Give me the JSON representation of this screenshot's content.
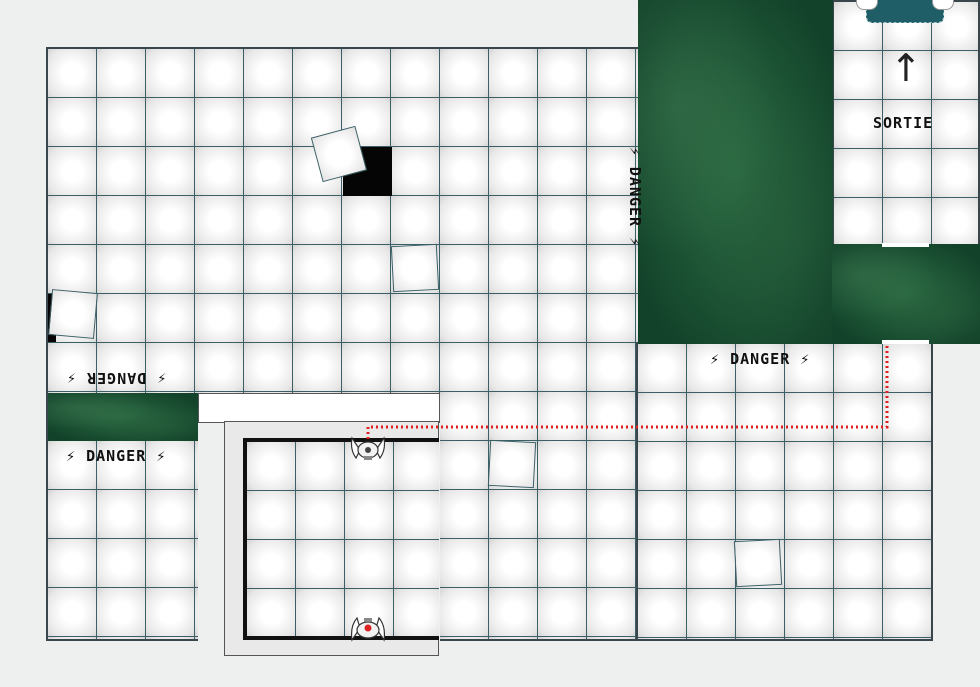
{
  "board": {
    "warning_label": "DANGER",
    "warning_glyph": "⚡",
    "exit": {
      "label": "SORTIE",
      "arrow": "↑"
    }
  },
  "colors": {
    "pit": "#1d5433",
    "grid_line": "#3a5f66",
    "path": "#e02020",
    "hole": "#050505",
    "exit_pad": "#1f5e66"
  },
  "robots": [
    {
      "name": "robot-top",
      "facing": "down"
    },
    {
      "name": "robot-bottom",
      "facing": "up",
      "status": "red-core"
    }
  ]
}
